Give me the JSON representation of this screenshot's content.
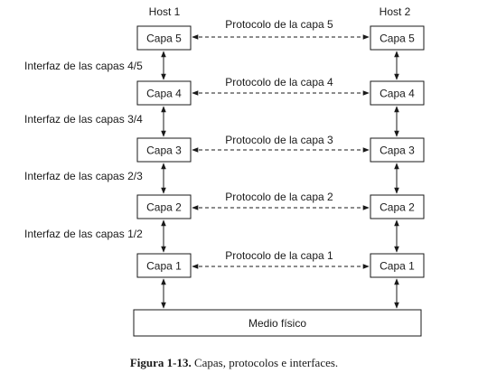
{
  "hosts": {
    "host1": "Host 1",
    "host2": "Host 2"
  },
  "layers": [
    {
      "host1": "Capa 5",
      "host2": "Capa 5",
      "protocol": "Protocolo de la capa 5"
    },
    {
      "host1": "Capa 4",
      "host2": "Capa 4",
      "protocol": "Protocolo de la capa 4"
    },
    {
      "host1": "Capa 3",
      "host2": "Capa 3",
      "protocol": "Protocolo de la capa 3"
    },
    {
      "host1": "Capa 2",
      "host2": "Capa 2",
      "protocol": "Protocolo de la capa 2"
    },
    {
      "host1": "Capa 1",
      "host2": "Capa 1",
      "protocol": "Protocolo de la capa 1"
    }
  ],
  "interfaces": [
    "Interfaz de las capas 4/5",
    "Interfaz de las capas 3/4",
    "Interfaz de las capas 2/3",
    "Interfaz de las capas 1/2"
  ],
  "medium": "Medio físico",
  "caption": {
    "label": "Figura 1-13.",
    "text": "Capas, protocolos e interfaces."
  }
}
